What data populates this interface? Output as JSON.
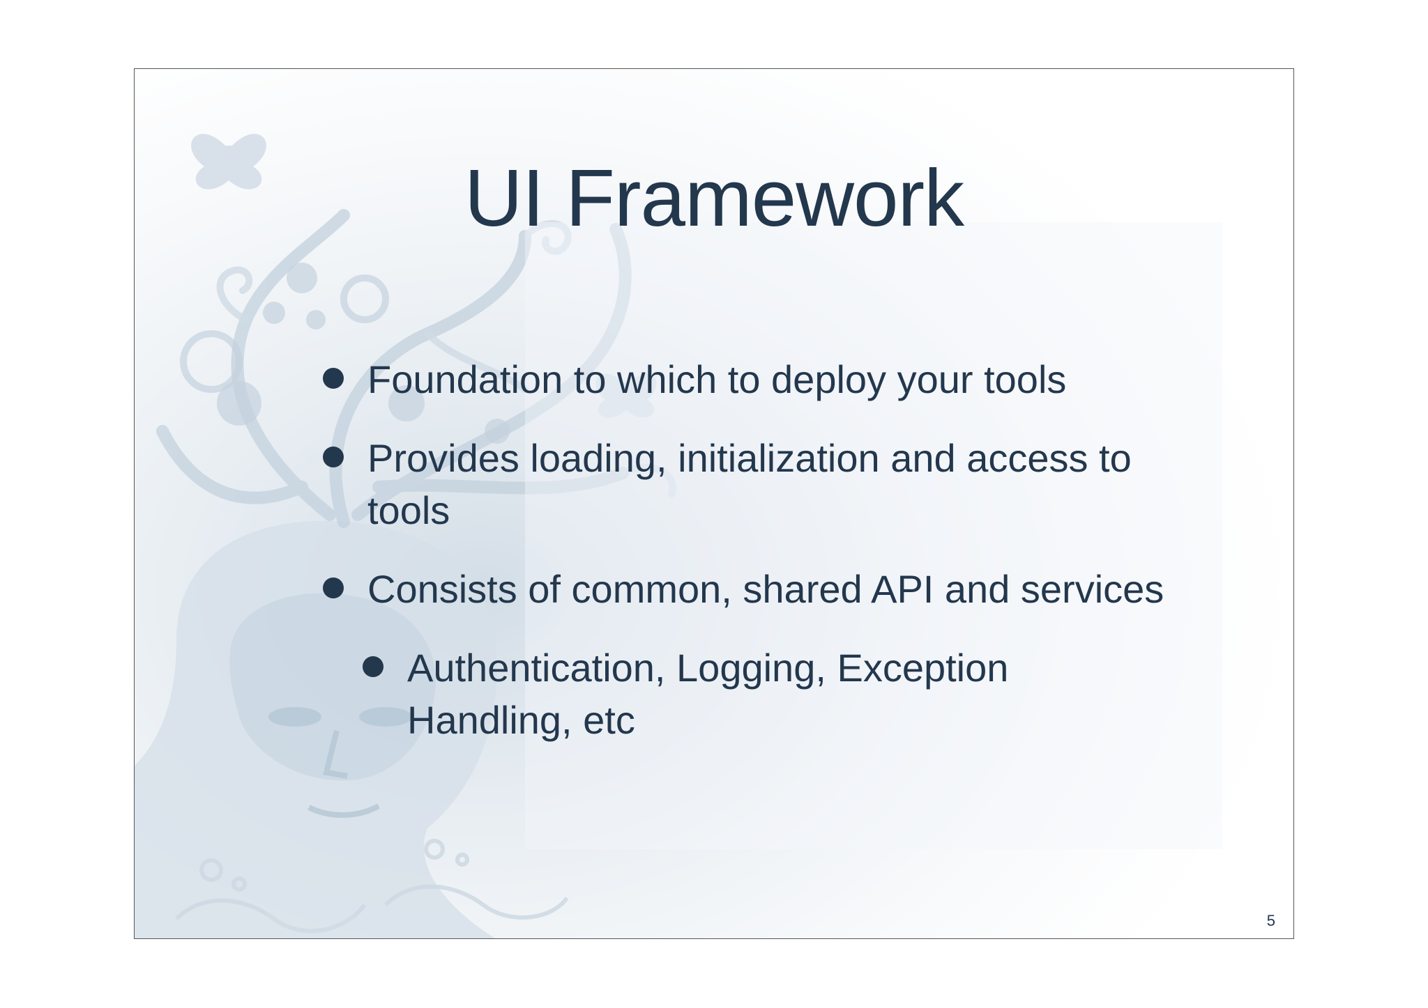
{
  "slide": {
    "title": "UI Framework",
    "bullets": [
      {
        "text": "Foundation to which to deploy your tools",
        "level": 1
      },
      {
        "text": "Provides loading, initialization and access to tools",
        "level": 1
      },
      {
        "text": "Consists of common, shared API and services",
        "level": 1
      },
      {
        "text": "Authentication, Logging, Exception Handling, etc",
        "level": 2
      }
    ],
    "page_number": "5"
  },
  "colors": {
    "text": "#23374d",
    "background_art": "#c9d5e0",
    "border": "#555555"
  }
}
